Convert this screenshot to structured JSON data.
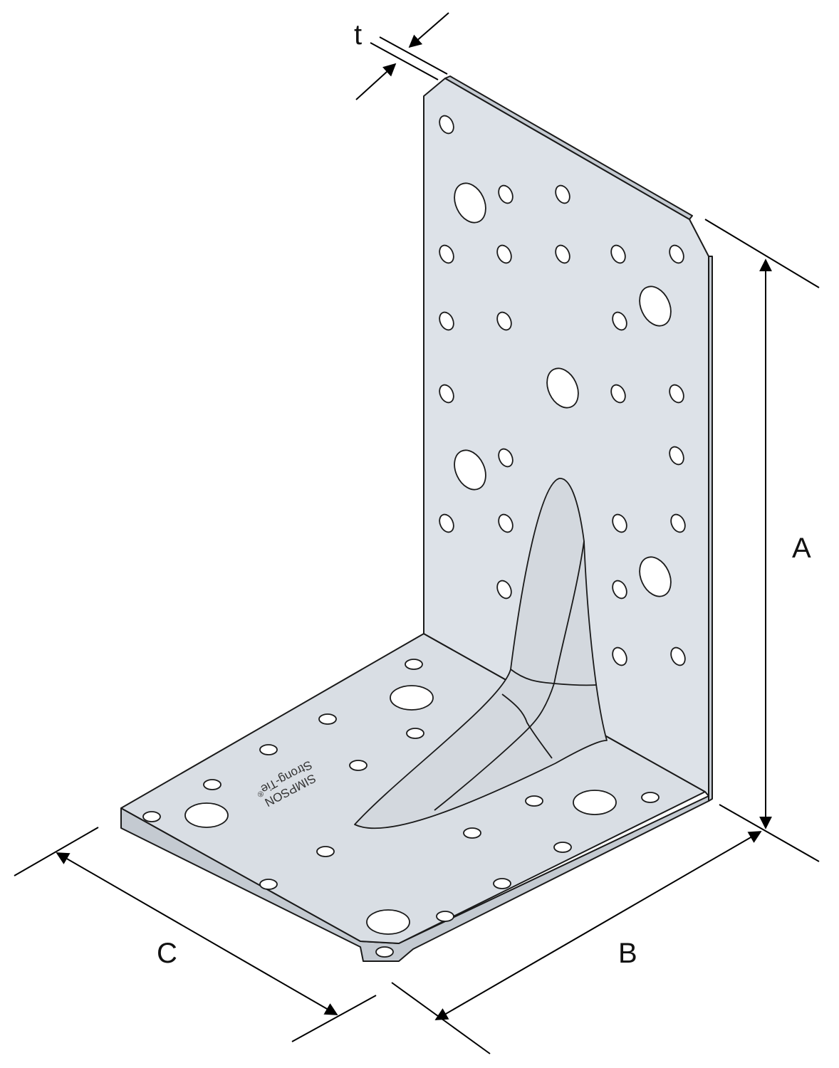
{
  "diagram": {
    "labels": {
      "thickness": "t",
      "height": "A",
      "depth": "B",
      "width": "C"
    },
    "brand": {
      "line1": "SIMPSON",
      "line2": "Strong-Tie",
      "mark": "®"
    },
    "colors": {
      "plate_fill": "#d9dee4",
      "plate_edge": "#c4cad1",
      "outline": "#1a1a1a",
      "hole_fill": "#ffffff"
    }
  }
}
